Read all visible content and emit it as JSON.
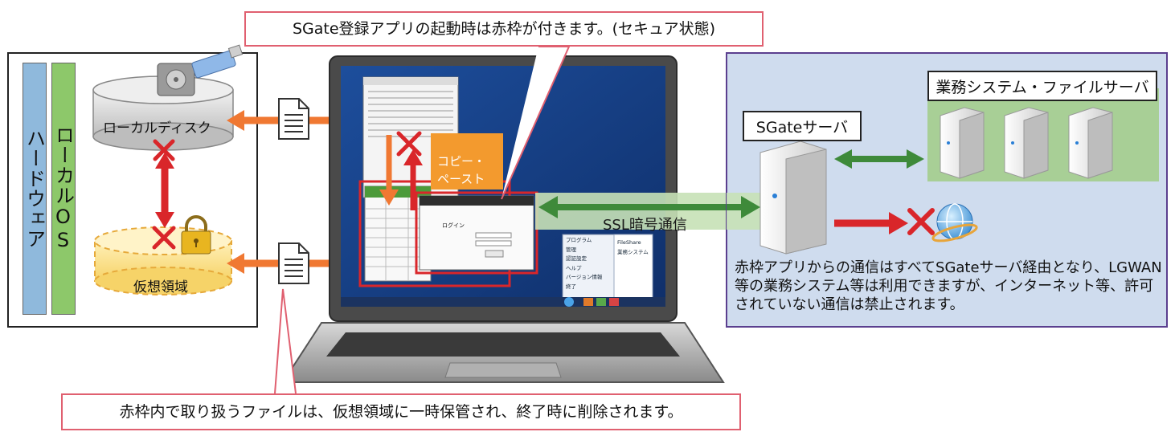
{
  "callouts": {
    "top": "SGate登録アプリの起動時は赤枠が付きます。(セキュア状態)",
    "bottom": "赤枠内で取り扱うファイルは、仮想領域に一時保管され、終了時に削除されます。"
  },
  "left_panel": {
    "hardware_label": "ハードウェア",
    "local_os_label": "ローカルOS",
    "local_disk_label": "ローカルディスク",
    "virtual_area_label": "仮想領域"
  },
  "laptop": {
    "copy_paste_label": "コピー・\nペースト",
    "start_menu_items": [
      "プログラム",
      "管理",
      "認証設定",
      "ヘルプ",
      "バージョン情報",
      "終了"
    ],
    "start_menu_right": [
      "FileShare",
      "業務システム"
    ],
    "login_window_title": "ログイン"
  },
  "right_panel": {
    "business_label": "業務システム・ファイルサーバ",
    "sgate_label": "SGateサーバ",
    "ssl_label": "SSL暗号通信",
    "note": "赤枠アプリからの通信はすべてSGateサーバ経由となり、LGWAN等の業務システム等は利用できますが、インターネット等、許可されていない通信は禁止されます。"
  },
  "colors": {
    "orange_arrow": "#f07832",
    "red_arrow": "#d9262a",
    "green_arrow": "#3e8a3a",
    "callout_border": "#e06070",
    "right_panel_bg": "#cfdcee",
    "right_panel_border": "#5b3f8f",
    "business_bg": "#a8cf96",
    "hardware_bg": "#8fb9dc",
    "local_os_bg": "#8dc86a"
  }
}
